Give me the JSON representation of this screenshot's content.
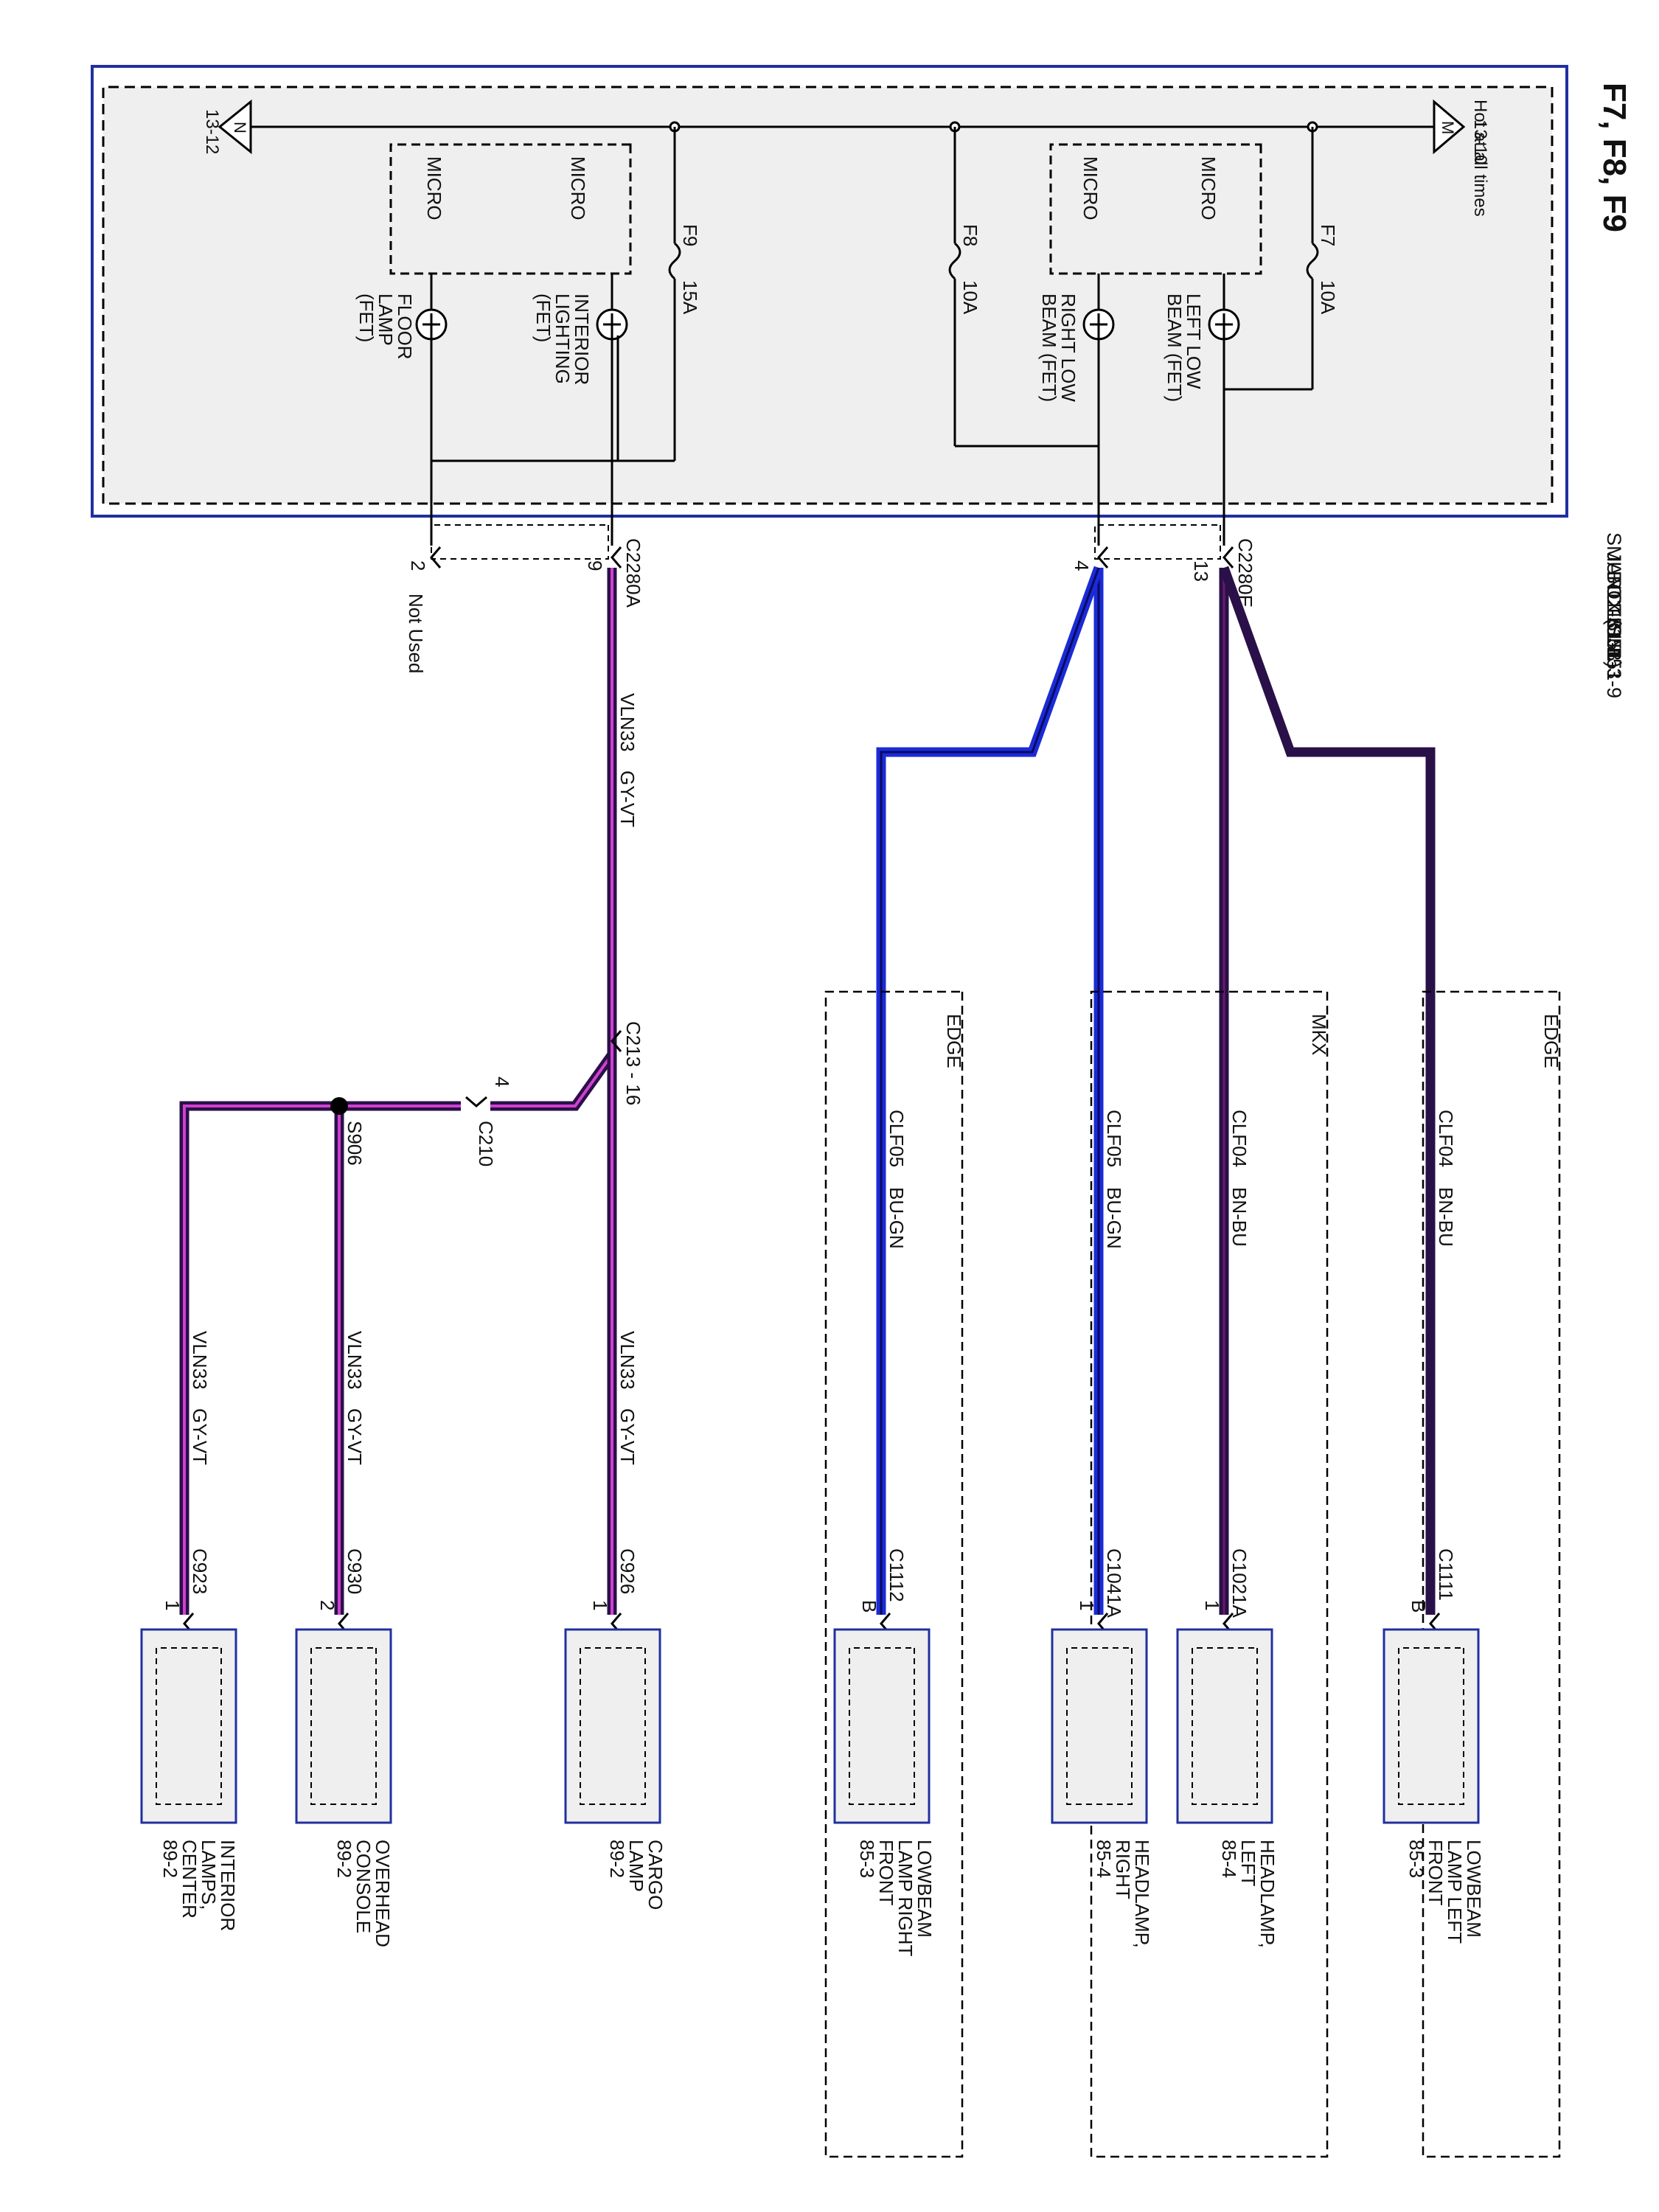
{
  "title": "F7, F8, F9",
  "sjb": {
    "label_lines": [
      "SMART",
      "JUNCTION",
      "BOX (SJB)",
      "11-3",
      "151-1",
      "151-3",
      "151-9"
    ],
    "hot_at_all_times": "Hot at all times",
    "ref_hot": "13-10",
    "ref_ground": "13-12",
    "flag_hot": "M",
    "flag_ground": "N",
    "micro": "MICRO",
    "fuses": [
      {
        "id": "F7",
        "rating": "10A"
      },
      {
        "id": "F8",
        "rating": "10A"
      },
      {
        "id": "F9",
        "rating": "15A"
      }
    ],
    "fets": [
      {
        "lines": [
          "LEFT LOW",
          "BEAM (FET)"
        ]
      },
      {
        "lines": [
          "RIGHT LOW",
          "BEAM (FET)"
        ]
      },
      {
        "lines": [
          "INTERIOR",
          "LIGHTING",
          "(FET)"
        ]
      },
      {
        "lines": [
          "FLOOR",
          "LAMP",
          "(FET)"
        ]
      }
    ]
  },
  "connectors": {
    "c2280e": {
      "name": "C2280E",
      "pin": "13"
    },
    "c2280e_b": {
      "pin": "4"
    },
    "c2280a": {
      "name": "C2280A",
      "pin": "9"
    },
    "c2280a_b": {
      "pin": "2",
      "note": "Not Used"
    },
    "c213": {
      "name": "C213 - 16"
    },
    "c210": {
      "name": "C210",
      "pin": "4"
    },
    "s906": {
      "name": "S906"
    }
  },
  "variants": {
    "edge": "EDGE",
    "mkx": "MKX"
  },
  "wires": {
    "clf04": {
      "circuit": "CLF04",
      "color": "BN-BU"
    },
    "clf05": {
      "circuit": "CLF05",
      "color": "BU-GN"
    },
    "vln33": {
      "circuit": "VLN33",
      "color": "GY-VT"
    }
  },
  "loads": [
    {
      "connector": "C1111",
      "pin": "B",
      "lines": [
        "LOWBEAM",
        "LAMP LEFT",
        "FRONT",
        "85-3"
      ]
    },
    {
      "connector": "C1021A",
      "pin": "1",
      "lines": [
        "HEADLAMP,",
        "LEFT",
        "85-4"
      ]
    },
    {
      "connector": "C1041A",
      "pin": "1",
      "lines": [
        "HEADLAMP,",
        "RIGHT",
        "85-4"
      ]
    },
    {
      "connector": "C1112",
      "pin": "B",
      "lines": [
        "LOWBEAM",
        "LAMP RIGHT",
        "FRONT",
        "85-3"
      ]
    },
    {
      "connector": "C926",
      "pin": "1",
      "lines": [
        "CARGO",
        "LAMP",
        "89-2"
      ]
    },
    {
      "connector": "C930",
      "pin": "2",
      "lines": [
        "OVERHEAD",
        "CONSOLE",
        "89-2"
      ]
    },
    {
      "connector": "C923",
      "pin": "1",
      "lines": [
        "INTERIOR",
        "LAMPS,",
        "CENTER",
        "89-2"
      ]
    }
  ],
  "colors": {
    "frame": "#2030a0",
    "panel": "#efefef",
    "wire_brown_blue": "#2a1048",
    "wire_blue": "#1a2bd6",
    "wire_violet": "#8a2a8a",
    "wire_violet_core": "#d040d0"
  }
}
